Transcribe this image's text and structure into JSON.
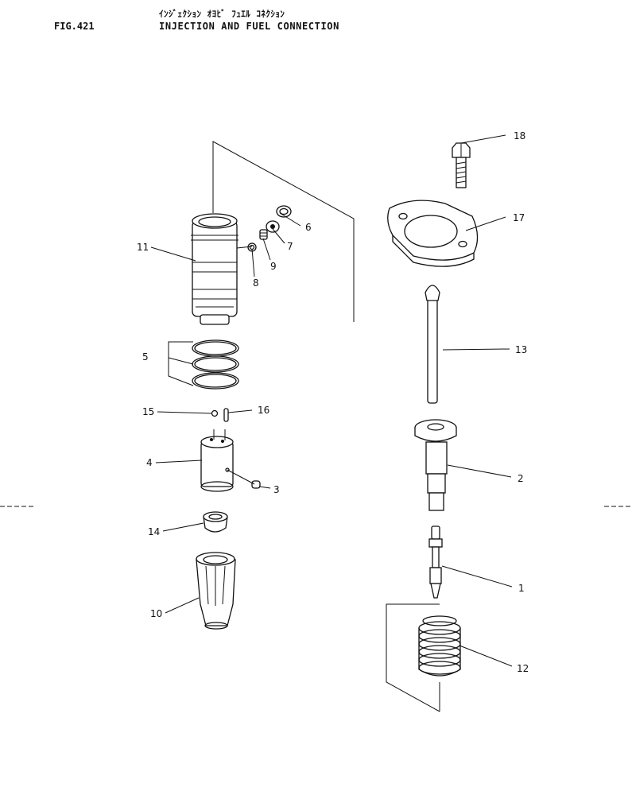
{
  "header": {
    "subtitle_kana": "ｲﾝｼﾞｪｸｼｮﾝ ｵﾖﾋﾞ ﾌｭｴﾙ ｺﾈｸｼｮﾝ",
    "figure_number": "FIG.421",
    "title": "INJECTION AND FUEL CONNECTION"
  },
  "callouts": [
    {
      "id": "c1",
      "label": "1",
      "part": "needle-valve"
    },
    {
      "id": "c2",
      "label": "2",
      "part": "plunger-guide"
    },
    {
      "id": "c3",
      "label": "3",
      "part": "small-plug"
    },
    {
      "id": "c4",
      "label": "4",
      "part": "nozzle-body"
    },
    {
      "id": "c5",
      "label": "5",
      "part": "seal-rings"
    },
    {
      "id": "c6",
      "label": "6",
      "part": "snap-ring"
    },
    {
      "id": "c7",
      "label": "7",
      "part": "check-ball-seat"
    },
    {
      "id": "c8",
      "label": "8",
      "part": "o-ring"
    },
    {
      "id": "c9",
      "label": "9",
      "part": "fitting"
    },
    {
      "id": "c10",
      "label": "10",
      "part": "retaining-nut"
    },
    {
      "id": "c11",
      "label": "11",
      "part": "injector-barrel"
    },
    {
      "id": "c12",
      "label": "12",
      "part": "coil-spring"
    },
    {
      "id": "c13",
      "label": "13",
      "part": "push-rod"
    },
    {
      "id": "c14",
      "label": "14",
      "part": "spray-tip"
    },
    {
      "id": "c15",
      "label": "15",
      "part": "ball"
    },
    {
      "id": "c16",
      "label": "16",
      "part": "dowel-pin"
    },
    {
      "id": "c17",
      "label": "17",
      "part": "mounting-flange"
    },
    {
      "id": "c18",
      "label": "18",
      "part": "bolt"
    }
  ]
}
